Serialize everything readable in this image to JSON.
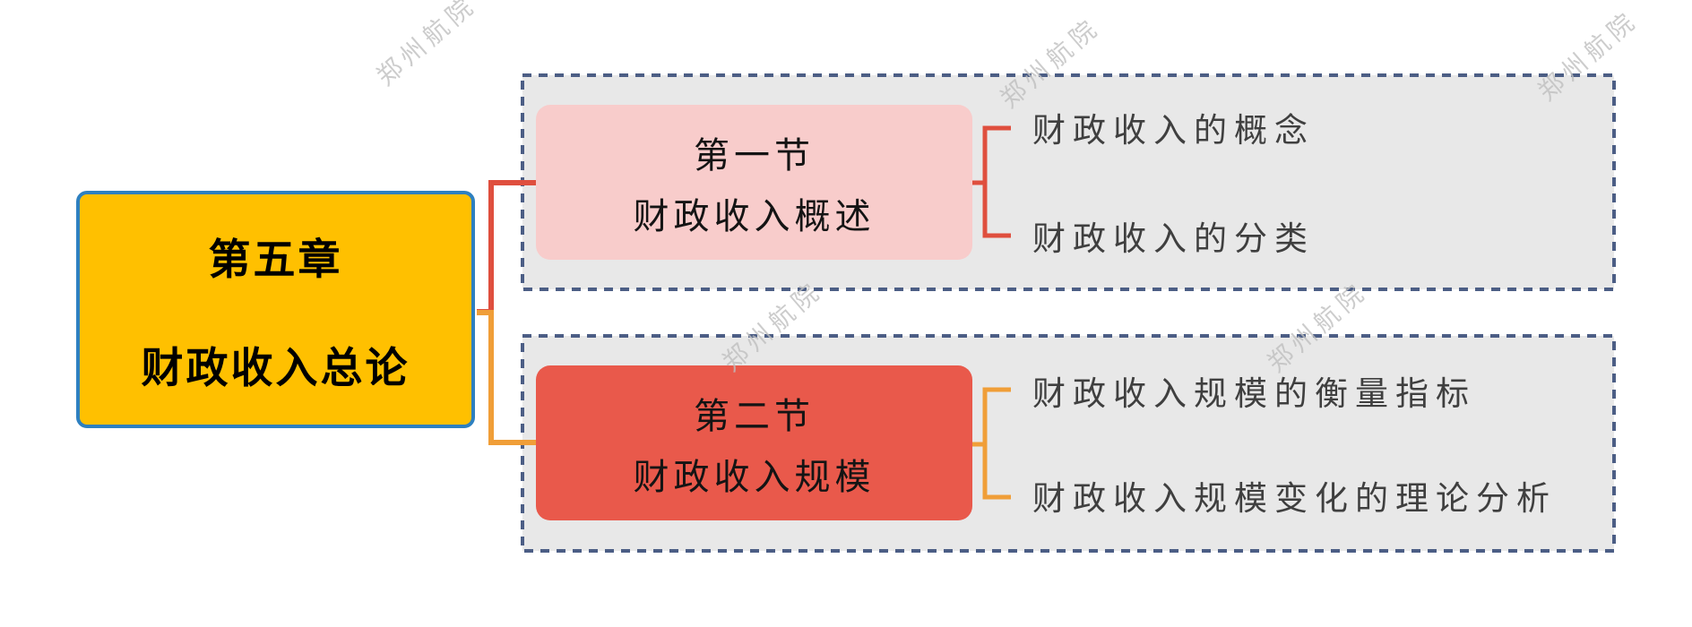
{
  "chapter": {
    "line1": "第五章",
    "line2": "财政收入总论"
  },
  "sections": [
    {
      "line1": "第一节",
      "line2": "财政收入概述",
      "items": [
        "财政收入的概念",
        "财政收入的分类"
      ]
    },
    {
      "line1": "第二节",
      "line2": "财政收入规模",
      "items": [
        "财政收入规模的衡量指标",
        "财政收入规模变化的理论分析"
      ]
    }
  ],
  "watermark": {
    "text": "郑州航院"
  },
  "colors": {
    "main_fill": "#FFC000",
    "main_border": "#2E80C0",
    "section1_fill": "#F8CCCB",
    "section2_fill": "#E9594B",
    "container_fill": "#E8E8E8",
    "container_border": "#4C5E85",
    "connector_red": "#DF4F3E",
    "connector_orange": "#F09E38",
    "item_text": "#3F3F3F",
    "heading_text": "#141414",
    "watermark": "#C0C0C0"
  }
}
